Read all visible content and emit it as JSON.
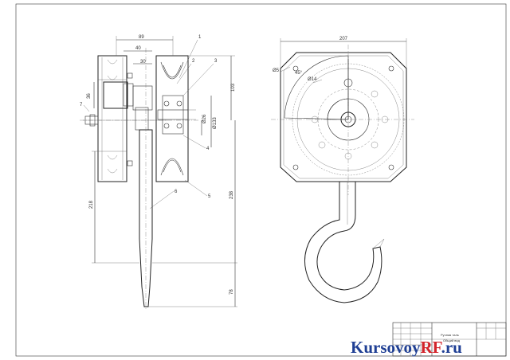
{
  "drawing": {
    "dimensions": {
      "d89": "89",
      "d40": "40",
      "d30": "30",
      "d36": "36",
      "d103": "103",
      "d26": "Ø26",
      "d133": "Ø133",
      "d218": "218",
      "d238": "238",
      "d78": "78",
      "d207": "207",
      "dphi5": "Ø5",
      "d45": "45°",
      "dphi14": "Ø14"
    },
    "leaders": [
      "1",
      "2",
      "3",
      "4",
      "5",
      "6",
      "7"
    ],
    "title_block": {
      "title_line1": "Ручная таль",
      "title_line2": "Общий вид"
    },
    "watermark": {
      "part1": "Kursovoy",
      "part2": "RF",
      "part3": ".ru"
    },
    "colors": {
      "line": "#333333",
      "watermark_blue": "#1f3f94",
      "watermark_red": "#d2232a"
    }
  }
}
